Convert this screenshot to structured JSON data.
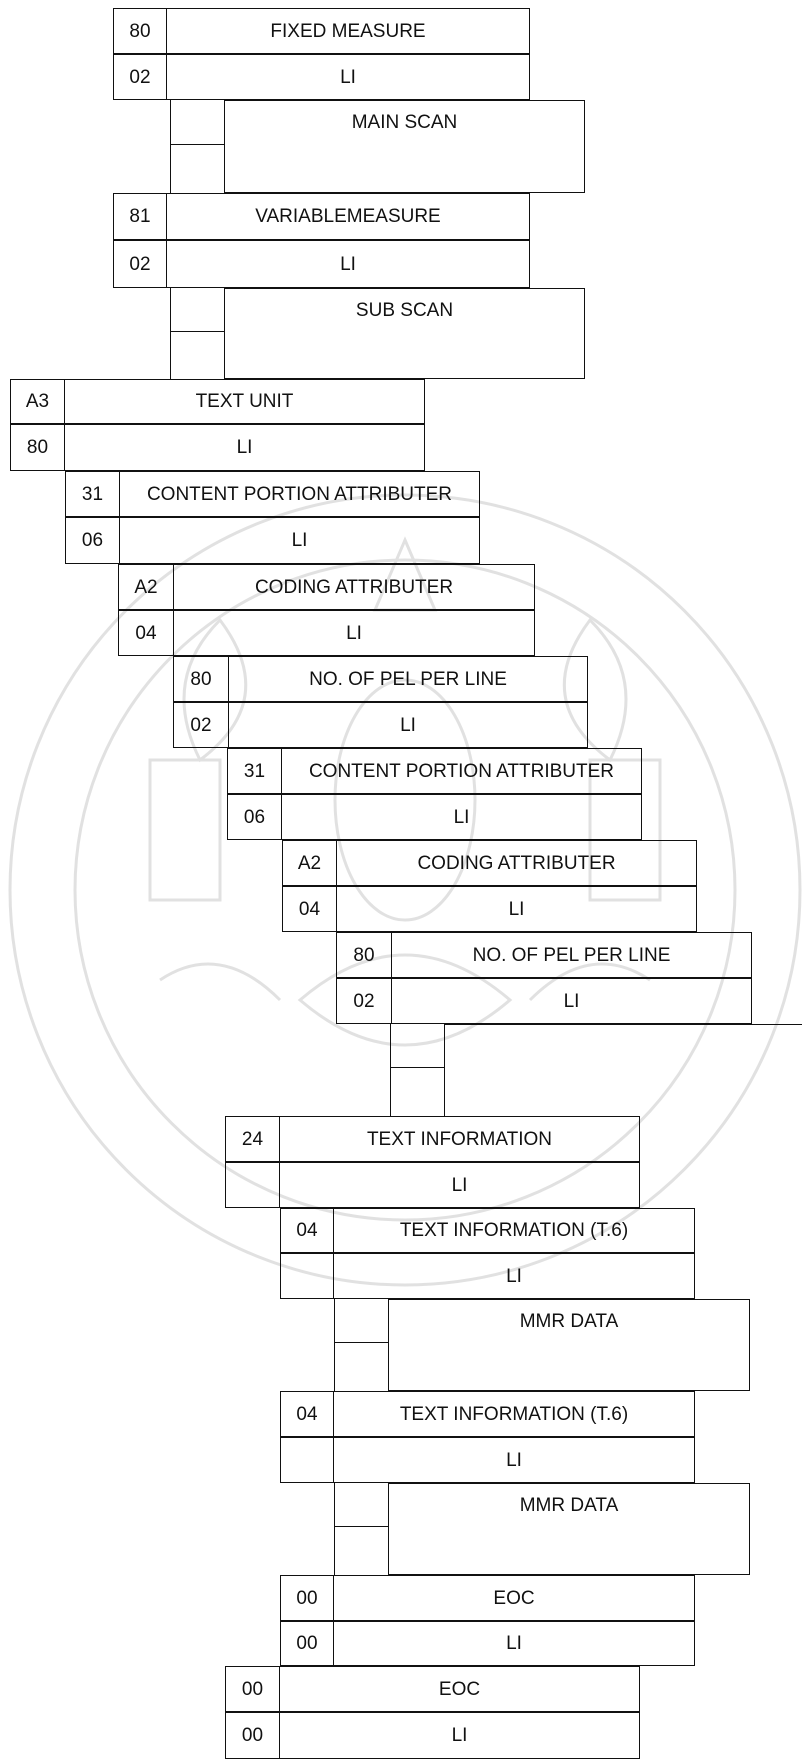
{
  "diagram": {
    "rows": [
      {
        "id": "r1",
        "code": "80",
        "label": "FIXED MEASURE"
      },
      {
        "id": "r2",
        "code": "02",
        "label": "LI"
      },
      {
        "id": "r3",
        "code": "",
        "label": "MAIN SCAN"
      },
      {
        "id": "r4",
        "code": "81",
        "label": "VARIABLEMEASURE"
      },
      {
        "id": "r5",
        "code": "02",
        "label": "LI"
      },
      {
        "id": "r6",
        "code": "",
        "label": "SUB SCAN"
      },
      {
        "id": "r7",
        "code": "A3",
        "label": "TEXT UNIT"
      },
      {
        "id": "r8",
        "code": "80",
        "label": "LI"
      },
      {
        "id": "r9",
        "code": "31",
        "label": "CONTENT PORTION ATTRIBUTER"
      },
      {
        "id": "r10",
        "code": "06",
        "label": "LI"
      },
      {
        "id": "r11",
        "code": "A2",
        "label": "CODING ATTRIBUTER"
      },
      {
        "id": "r12",
        "code": "04",
        "label": "LI"
      },
      {
        "id": "r13",
        "code": "80",
        "label": "NO. OF PEL PER LINE"
      },
      {
        "id": "r14",
        "code": "02",
        "label": "LI"
      },
      {
        "id": "r15",
        "code": "31",
        "label": "CONTENT PORTION ATTRIBUTER"
      },
      {
        "id": "r16",
        "code": "06",
        "label": "LI"
      },
      {
        "id": "r17",
        "code": "A2",
        "label": "CODING ATTRIBUTER"
      },
      {
        "id": "r18",
        "code": "04",
        "label": "LI"
      },
      {
        "id": "r19",
        "code": "80",
        "label": "NO. OF PEL PER LINE"
      },
      {
        "id": "r20",
        "code": "02",
        "label": "LI"
      },
      {
        "id": "r21",
        "code": "",
        "label": ""
      },
      {
        "id": "r22",
        "code": "24",
        "label": "TEXT INFORMATION"
      },
      {
        "id": "r23",
        "code": "",
        "label": "LI"
      },
      {
        "id": "r24",
        "code": "04",
        "label": "TEXT INFORMATION (T.6)"
      },
      {
        "id": "r25",
        "code": "",
        "label": "LI"
      },
      {
        "id": "r26",
        "code": "",
        "label": "MMR DATA"
      },
      {
        "id": "r27",
        "code": "04",
        "label": "TEXT INFORMATION (T.6)"
      },
      {
        "id": "r28",
        "code": "",
        "label": "LI"
      },
      {
        "id": "r29",
        "code": "",
        "label": "MMR DATA"
      },
      {
        "id": "r30",
        "code": "00",
        "label": "EOC"
      },
      {
        "id": "r31",
        "code": "00",
        "label": "LI"
      },
      {
        "id": "r32",
        "code": "00",
        "label": "EOC"
      },
      {
        "id": "r33",
        "code": "00",
        "label": "LI"
      }
    ]
  }
}
